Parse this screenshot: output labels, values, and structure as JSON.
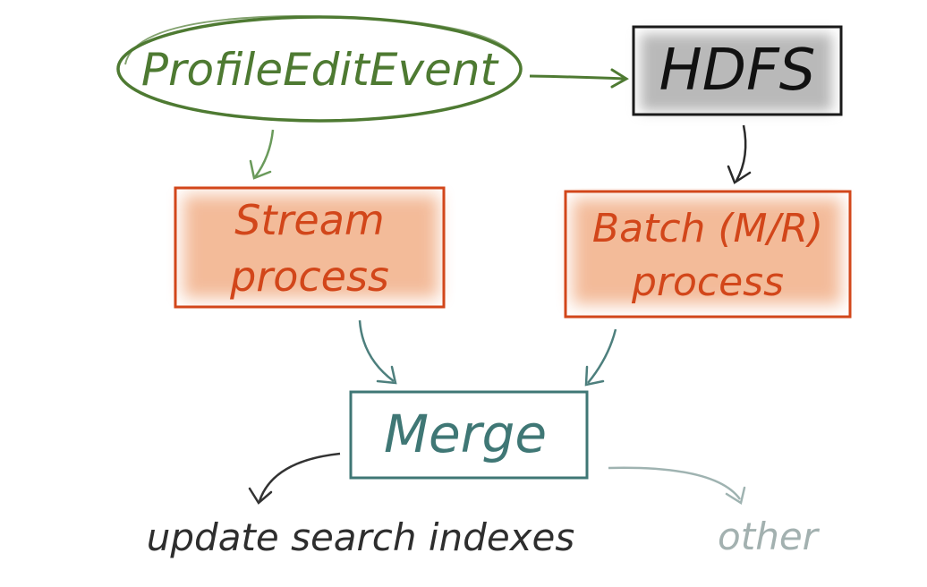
{
  "nodes": {
    "event": {
      "label": "ProfileEditEvent",
      "color": "#4e7a32"
    },
    "hdfs": {
      "label": "HDFS",
      "color": "#1a1a1a",
      "fill": "#b9b9b9"
    },
    "stream": {
      "line1": "Stream",
      "line2": "process",
      "color": "#d2461a",
      "fill": "#f2b48f"
    },
    "batch": {
      "line1": "Batch (M/R)",
      "line2": "process",
      "color": "#d2461a",
      "fill": "#f2b48f"
    },
    "merge": {
      "label": "Merge",
      "color": "#3f7775"
    }
  },
  "outputs": {
    "search": {
      "label": "update search indexes",
      "color": "#2e2e2e"
    },
    "other": {
      "label": "other",
      "color": "#a3b1b0"
    }
  }
}
